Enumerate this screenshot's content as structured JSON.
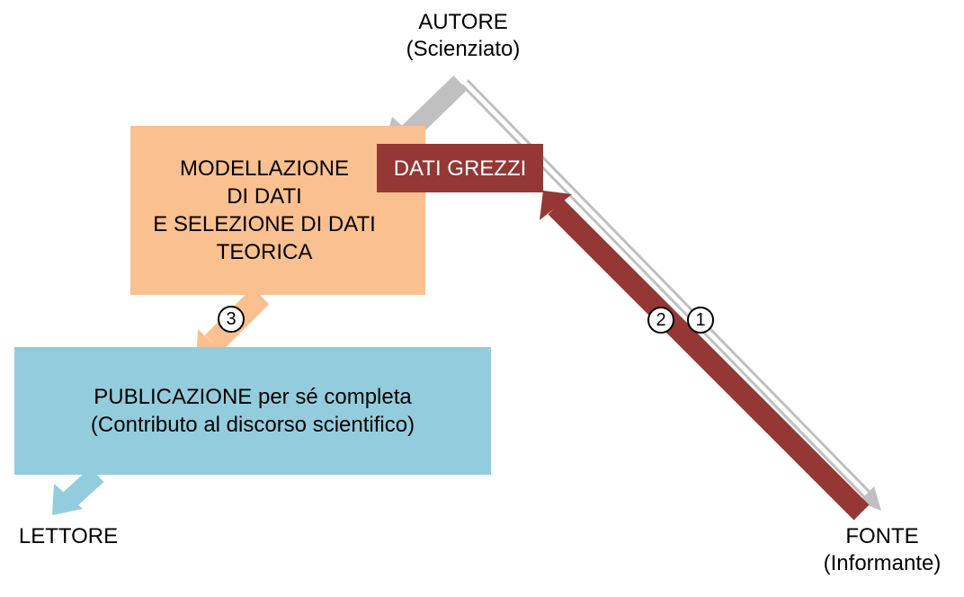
{
  "nodes": {
    "autore": {
      "line1": "AUTORE",
      "line2": "(Scienziato)"
    },
    "fonte": {
      "line1": "FONTE",
      "line2": "(Informante)"
    },
    "lettore": {
      "label": "LETTORE"
    },
    "dati_grezzi": {
      "label": "DATI GREZZI"
    },
    "modellazione": {
      "lines": [
        "MODELLAZIONE",
        "DI DATI",
        "E SELEZIONE DI DATI",
        "TEORICA"
      ]
    },
    "publicazione": {
      "line1_bold": "PUBLICAZIONE",
      "line1_rest": " per sé completa",
      "line2": "(Contributo al discorso scientifico)"
    }
  },
  "steps": [
    "1",
    "2",
    "3"
  ],
  "colors": {
    "gray_arrow": "#c0c0c0",
    "dark_red": "#953735",
    "peach": "#fac08f",
    "light_blue": "#93cddd"
  }
}
